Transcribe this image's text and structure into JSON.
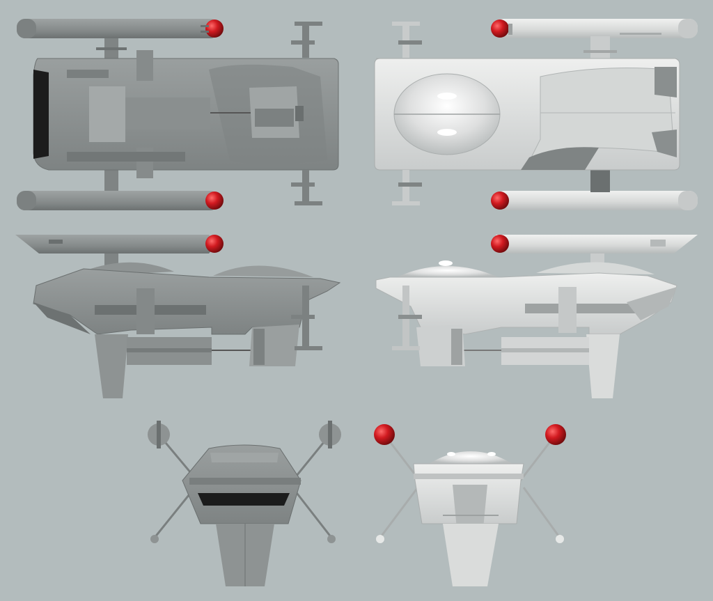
{
  "sheet": {
    "background": "#b3bcbd",
    "views": [
      {
        "id": "top",
        "orientation": "top-down",
        "shading": "dark"
      },
      {
        "id": "bottom",
        "orientation": "bottom-up",
        "shading": "light"
      },
      {
        "id": "port",
        "orientation": "side-left",
        "shading": "dark"
      },
      {
        "id": "starboard",
        "orientation": "side-right",
        "shading": "light"
      },
      {
        "id": "front",
        "orientation": "front",
        "shading": "dark"
      },
      {
        "id": "rear",
        "orientation": "rear",
        "shading": "light"
      }
    ]
  },
  "colors": {
    "hull_dark": "#8e9393",
    "hull_dark_mid": "#7d8282",
    "hull_dark_shadow": "#5f6464",
    "hull_light": "#dcdedd",
    "hull_light_mid": "#c4c7c7",
    "hull_light_shadow": "#9ea3a3",
    "nacelle_cap": "#c8121a",
    "window_black": "#1a1a1a"
  }
}
